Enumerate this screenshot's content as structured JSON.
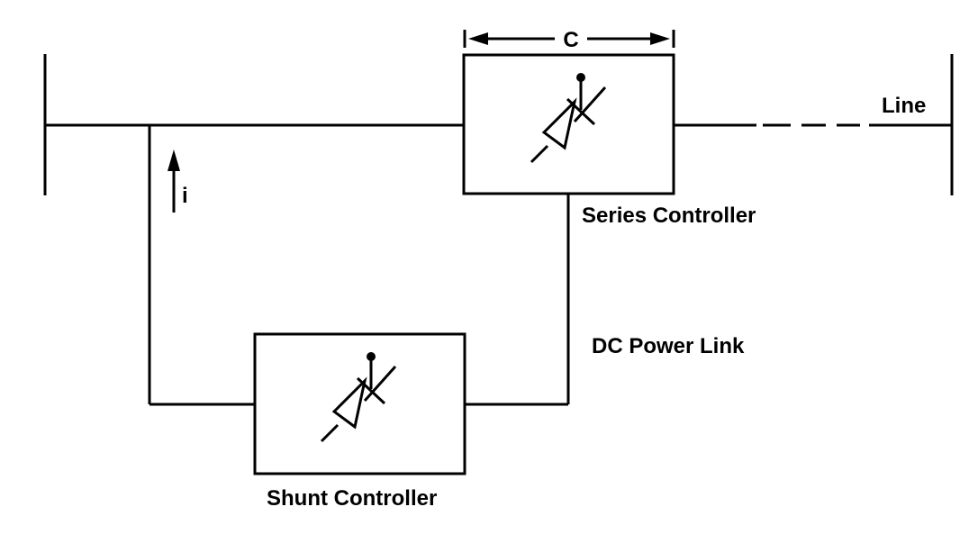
{
  "labels": {
    "series_controller": "Series Controller",
    "shunt_controller": "Shunt Controller",
    "dc_power_link": "DC Power Link",
    "line": "Line",
    "current": "i",
    "dimension": "C"
  },
  "colors": {
    "stroke": "#000000",
    "background": "#ffffff"
  },
  "icons": {
    "series_device": "thyristor-symbol-icon",
    "shunt_device": "thyristor-symbol-icon",
    "current_arrow": "arrow-up-icon",
    "dimension_arrow": "double-headed-arrow-icon"
  }
}
